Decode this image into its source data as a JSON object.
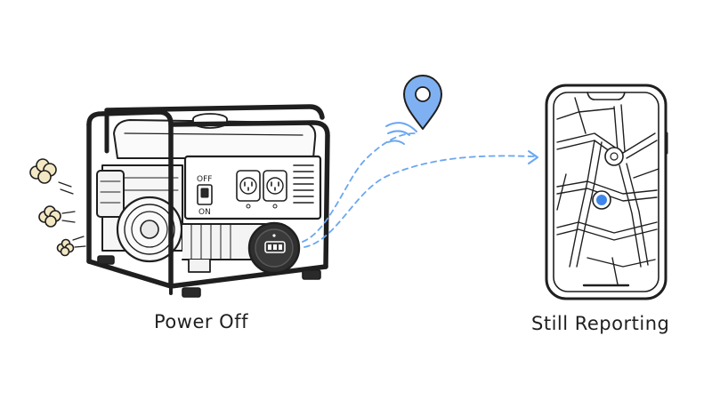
{
  "generator": {
    "switch_off_label": "OFF",
    "switch_on_label": "ON"
  },
  "captions": {
    "left": "Power Off",
    "right": "Still Reporting"
  },
  "colors": {
    "ink": "#1f1f1f",
    "signal_blue": "#6aa7f0",
    "pin_blue": "#7fb1f2",
    "dot_blue": "#3f86ea",
    "puff_fill": "#f4e8c4"
  },
  "icons": {
    "pin": "location-pin-icon",
    "phone": "smartphone-icon",
    "tracker": "gps-tracker-icon"
  }
}
